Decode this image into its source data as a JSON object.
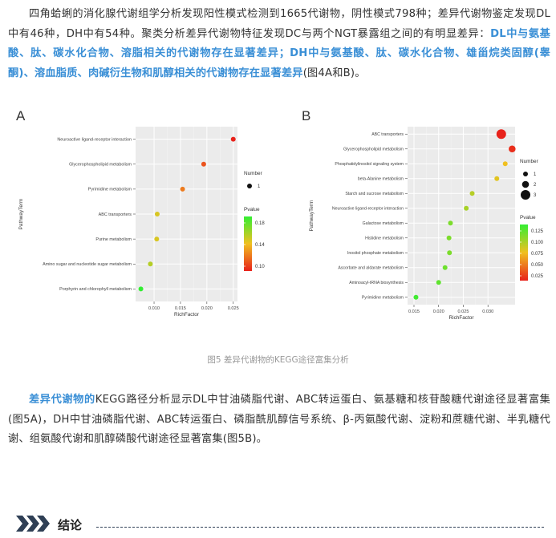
{
  "para1": {
    "lead": "四角蛤蜊的消化腺代谢组学分析发现阳性模式检测到1665代谢物，阴性模式798种；差异代谢物鉴定发现DL中有46种，DH中有54种。聚类分析差异代谢物特征发现DC与两个NGT暴露组之间的有明显差异：",
    "highlight": "DL中与氨基酸、肽、碳水化合物、溶脂相关的代谢物存在显著差异；DH中与氨基酸、肽、碳水化合物、雄甾烷类固醇(睾酮)、溶血脂质、肉碱衍生物和肌醇相关的代谢物存在显著差异",
    "tail": "(图4A和B)。"
  },
  "figure": {
    "caption": "图5 差异代谢物的KEGG途径富集分析",
    "panels": [
      {
        "letter": "A",
        "xlabel": "RichFactor",
        "ylabel": "PathwayTerm",
        "xticks": [
          0.01,
          0.015,
          0.02,
          0.025
        ],
        "xtick_labels": [
          "0.010",
          "0.015",
          "0.020",
          "0.025"
        ],
        "legend_number_title": "Number",
        "legend_number_items": [
          {
            "label": "1",
            "value": 1
          }
        ],
        "legend_pvalue_title": "Pvalue",
        "legend_pvalue_ticks": [
          "0.18",
          "0.14",
          "0.10"
        ]
      },
      {
        "letter": "B",
        "xlabel": "RichFactor",
        "ylabel": "PathwayTerm",
        "xticks": [
          0.015,
          0.02,
          0.025,
          0.03
        ],
        "xtick_labels": [
          "0.015",
          "0.020",
          "0.025",
          "0.030"
        ],
        "legend_number_title": "Number",
        "legend_number_items": [
          {
            "label": "1",
            "value": 1
          },
          {
            "label": "2",
            "value": 2
          },
          {
            "label": "3",
            "value": 3
          }
        ],
        "legend_pvalue_title": "Pvalue",
        "legend_pvalue_ticks": [
          "0.125",
          "0.100",
          "0.075",
          "0.050",
          "0.025"
        ]
      }
    ]
  },
  "chart_data": [
    {
      "type": "scatter",
      "title": "A",
      "xlabel": "RichFactor",
      "ylabel": "PathwayTerm",
      "xlim": [
        0.0065,
        0.0258
      ],
      "pvalue_range": [
        0.06,
        0.22
      ],
      "points": [
        {
          "pathway": "Neuroactive ligand-receptor interaction",
          "richfactor": 0.025,
          "number": 1,
          "pvalue": 0.06
        },
        {
          "pathway": "Glycerophospholipid metabolism",
          "richfactor": 0.0194,
          "number": 1,
          "pvalue": 0.085
        },
        {
          "pathway": "Pyrimidine metabolism",
          "richfactor": 0.0154,
          "number": 1,
          "pvalue": 0.105
        },
        {
          "pathway": "ABC transporters",
          "richfactor": 0.0106,
          "number": 1,
          "pvalue": 0.15
        },
        {
          "pathway": "Purine metabolism",
          "richfactor": 0.0105,
          "number": 1,
          "pvalue": 0.15
        },
        {
          "pathway": "Amino sugar and nucleotide sugar metabolism",
          "richfactor": 0.0093,
          "number": 1,
          "pvalue": 0.165
        },
        {
          "pathway": "Porphyrin and chlorophyll metabolism",
          "richfactor": 0.0075,
          "number": 1,
          "pvalue": 0.22
        }
      ]
    },
    {
      "type": "scatter",
      "title": "B",
      "xlabel": "RichFactor",
      "ylabel": "PathwayTerm",
      "xlim": [
        0.0137,
        0.0355
      ],
      "pvalue_range": [
        0.005,
        0.135
      ],
      "points": [
        {
          "pathway": "ABC transporters",
          "richfactor": 0.0327,
          "number": 3,
          "pvalue": 0.005
        },
        {
          "pathway": "Glycerophospholipid metabolism",
          "richfactor": 0.0349,
          "number": 2,
          "pvalue": 0.01
        },
        {
          "pathway": "Phosphatidylinositol signaling system",
          "richfactor": 0.0335,
          "number": 1,
          "pvalue": 0.07
        },
        {
          "pathway": "beta-Alanine metabolism",
          "richfactor": 0.0318,
          "number": 1,
          "pvalue": 0.075
        },
        {
          "pathway": "Starch and sucrose metabolism",
          "richfactor": 0.0268,
          "number": 1,
          "pvalue": 0.09
        },
        {
          "pathway": "Neuroactive ligand-receptor interaction",
          "richfactor": 0.0256,
          "number": 1,
          "pvalue": 0.095
        },
        {
          "pathway": "Galactose metabolism",
          "richfactor": 0.0224,
          "number": 1,
          "pvalue": 0.11
        },
        {
          "pathway": "Histidine metabolism",
          "richfactor": 0.0221,
          "number": 1,
          "pvalue": 0.11
        },
        {
          "pathway": "Inositol phosphate metabolism",
          "richfactor": 0.0222,
          "number": 1,
          "pvalue": 0.11
        },
        {
          "pathway": "Ascorbate and aldarate metabolism",
          "richfactor": 0.0213,
          "number": 1,
          "pvalue": 0.115
        },
        {
          "pathway": "Aminoacyl-tRNA biosynthesis",
          "richfactor": 0.02,
          "number": 1,
          "pvalue": 0.12
        },
        {
          "pathway": "Pyrimidine metabolism",
          "richfactor": 0.0154,
          "number": 1,
          "pvalue": 0.13
        }
      ]
    }
  ],
  "para2": {
    "highlight": "差异代谢物的",
    "text": "KEGG路径分析显示DL中甘油磷脂代谢、ABC转运蛋白、氨基糖和核苷酸糖代谢途径显著富集(图5A)，DH中甘油磷脂代谢、ABC转运蛋白、磷脂酰肌醇信号系统、β-丙氨酸代谢、淀粉和蔗糖代谢、半乳糖代谢、组氨酸代谢和肌醇磷酸代谢途径显著富集(图5B)。"
  },
  "conclusion": {
    "icon": "triple-chevron-icon",
    "title": "结论",
    "accent": "#2f3f55"
  },
  "colors": {
    "highlight": "#3a8fd6",
    "low_p": "#e8221b",
    "high_p": "#33ee33",
    "panel_bg": "#ebebeb"
  }
}
